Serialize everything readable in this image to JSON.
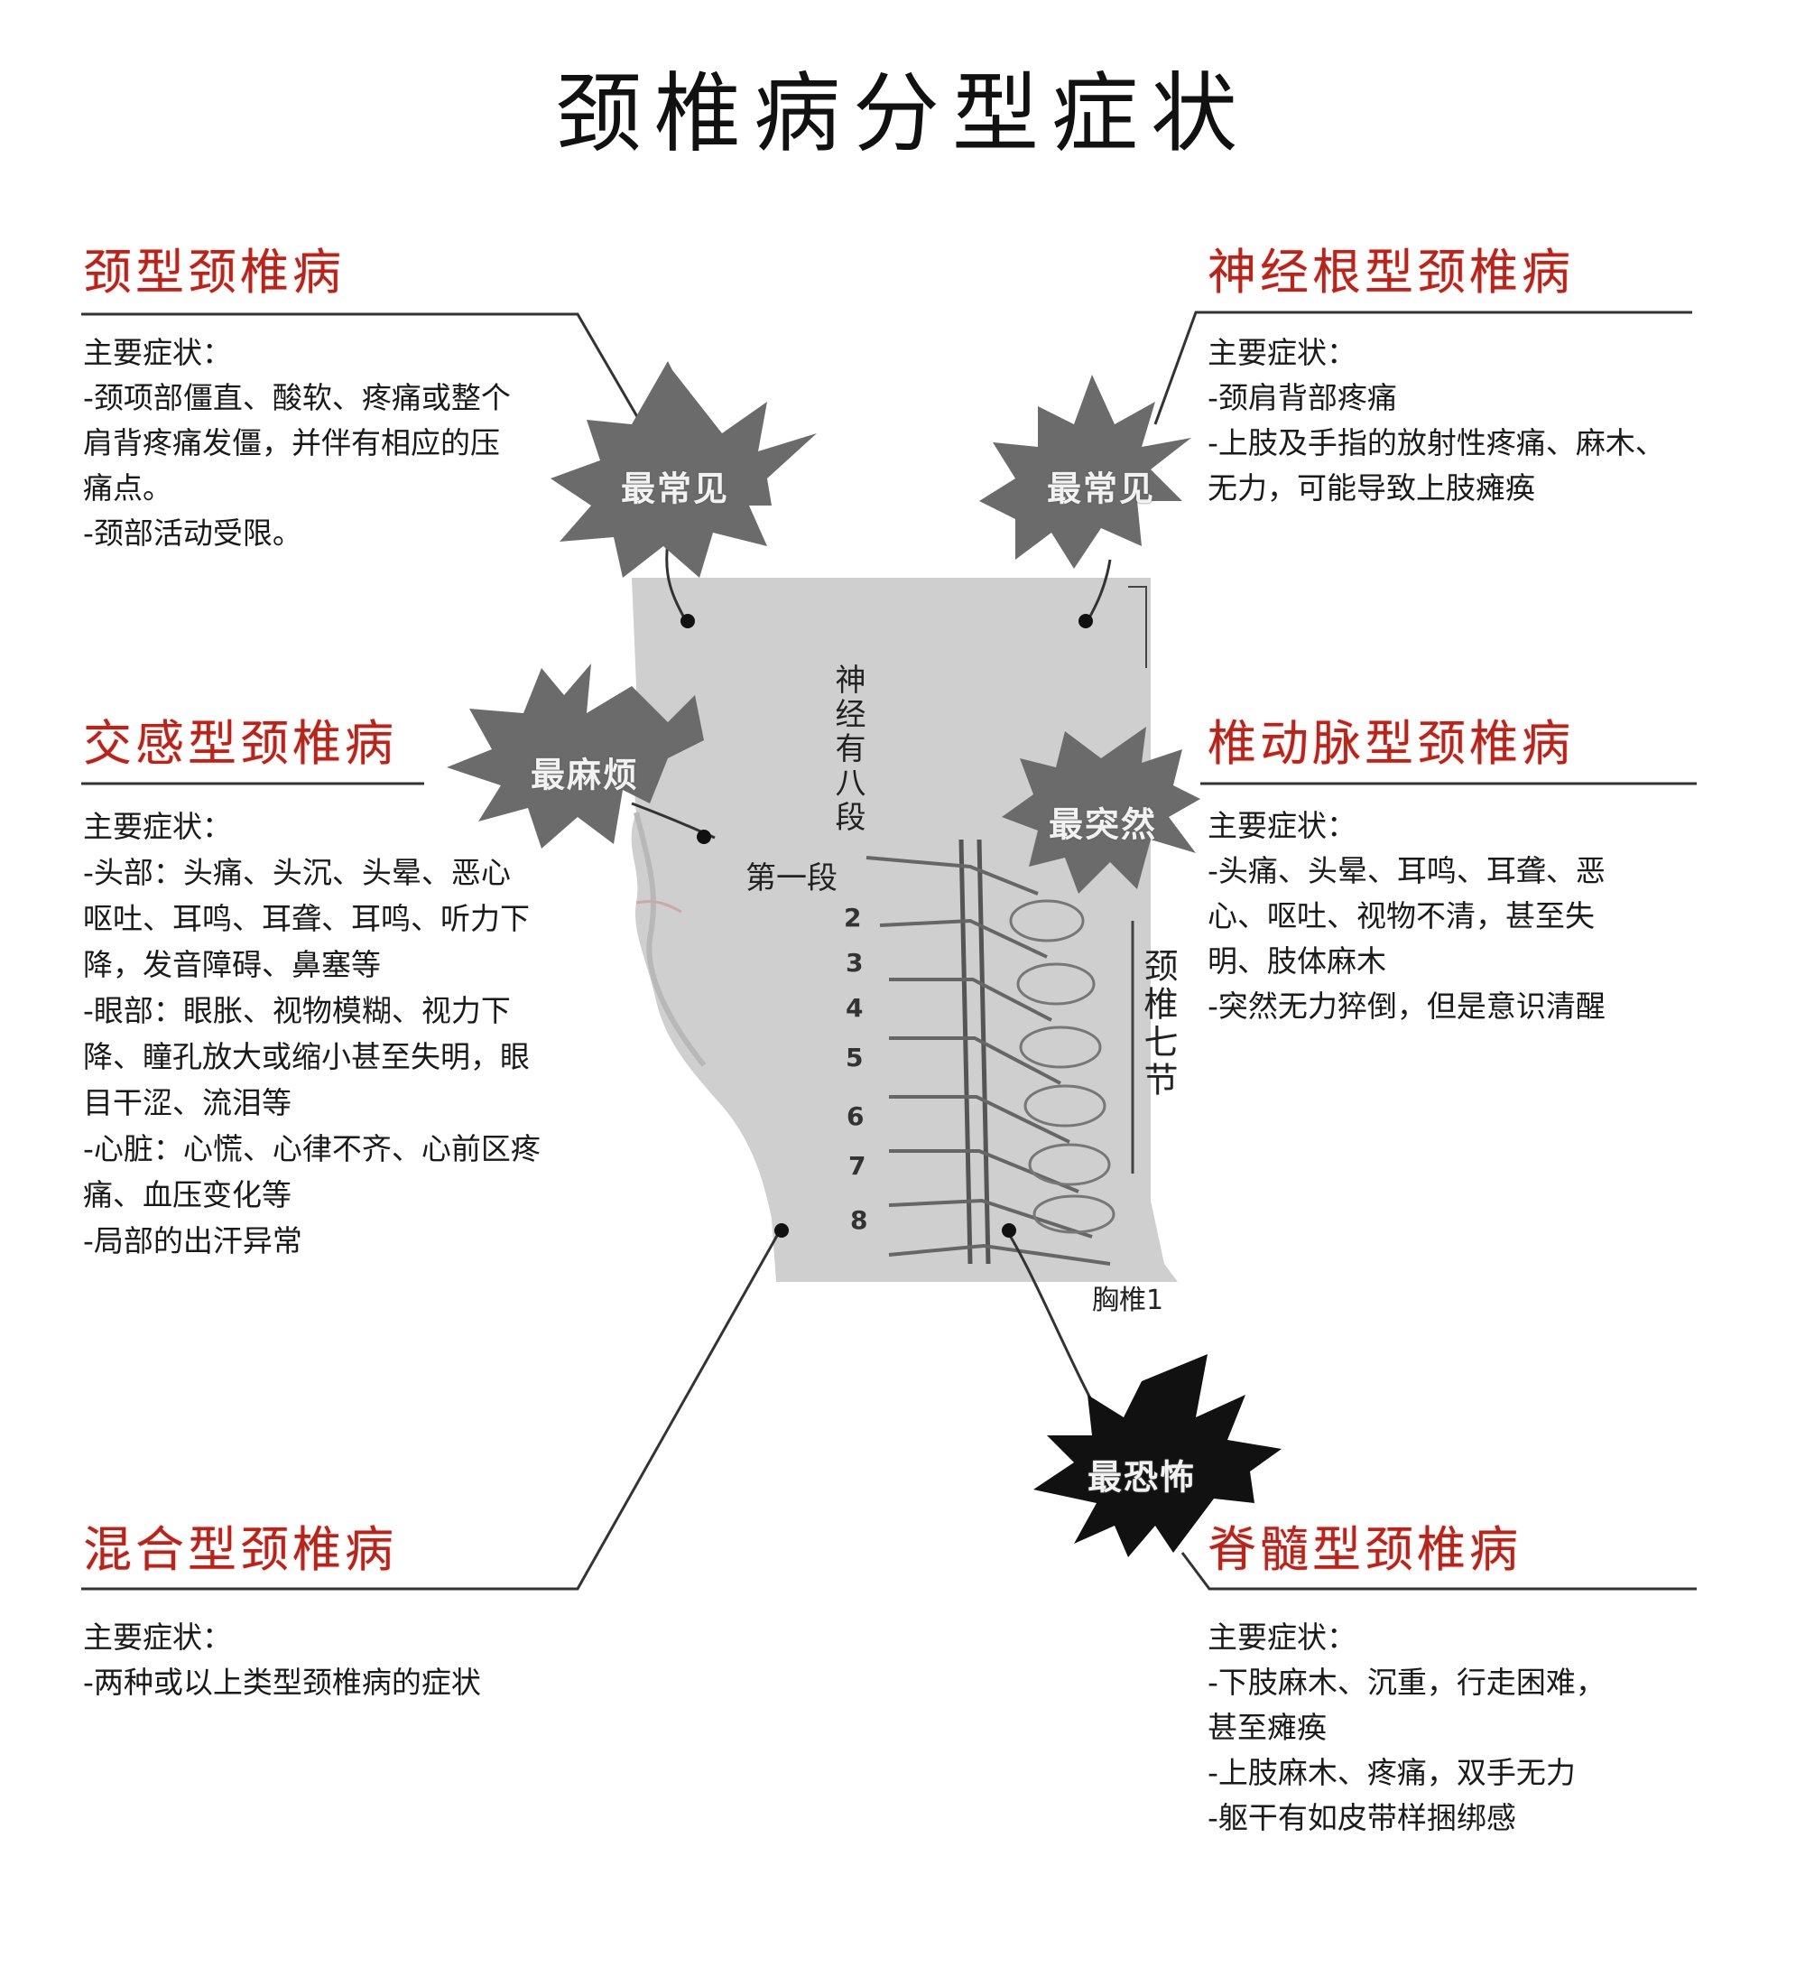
{
  "title": "颈椎病分型症状",
  "figure": {
    "nerve_label": "神经有八段",
    "first_segment_label": "第一段",
    "segment_numbers": [
      "2",
      "3",
      "4",
      "5",
      "6",
      "7",
      "8"
    ],
    "cervical_label": "颈椎七节",
    "thoracic_label": "胸椎1"
  },
  "bursts": [
    {
      "id": "most-common-left",
      "label": "最常见",
      "color": "#6b6b6b"
    },
    {
      "id": "most-common-right",
      "label": "最常见",
      "color": "#6b6b6b"
    },
    {
      "id": "most-troublesome",
      "label": "最麻烦",
      "color": "#6b6b6b"
    },
    {
      "id": "most-sudden",
      "label": "最突然",
      "color": "#6b6b6b"
    },
    {
      "id": "most-terrifying",
      "label": "最恐怖",
      "color": "#111111"
    }
  ],
  "panels": {
    "neck_type": {
      "title": "颈型颈椎病",
      "heading": "主要症状：",
      "lines": [
        "-颈项部僵直、酸软、疼痛或整个",
        "肩背疼痛发僵，并伴有相应的压",
        "痛点。",
        "-颈部活动受限。"
      ]
    },
    "nerve_root_type": {
      "title": "神经根型颈椎病",
      "heading": "主要症状：",
      "lines": [
        "-颈肩背部疼痛",
        "-上肢及手指的放射性疼痛、麻木、",
        "无力，可能导致上肢瘫痪"
      ]
    },
    "sympathetic_type": {
      "title": "交感型颈椎病",
      "heading": "主要症状：",
      "lines": [
        "-头部：头痛、头沉、头晕、恶心",
        "呕吐、耳鸣、耳聋、耳鸣、听力下",
        "降，发音障碍、鼻塞等",
        "-眼部：眼胀、视物模糊、视力下",
        "降、瞳孔放大或缩小甚至失明，眼",
        "目干涩、流泪等",
        "-心脏：心慌、心律不齐、心前区疼",
        "痛、血压变化等",
        "-局部的出汗异常"
      ]
    },
    "vertebral_artery_type": {
      "title": "椎动脉型颈椎病",
      "heading": "主要症状：",
      "lines": [
        "-头痛、头晕、耳鸣、耳聋、恶",
        "心、呕吐、视物不清，甚至失",
        "明、肢体麻木",
        "-突然无力猝倒，但是意识清醒"
      ]
    },
    "mixed_type": {
      "title": "混合型颈椎病",
      "heading": "主要症状：",
      "lines": [
        "-两种或以上类型颈椎病的症状"
      ]
    },
    "spinal_cord_type": {
      "title": "脊髓型颈椎病",
      "heading": "主要症状：",
      "lines": [
        "-下肢麻木、沉重，行走困难，",
        "甚至瘫痪",
        "-上肢麻木、疼痛，双手无力",
        "-躯干有如皮带样捆绑感"
      ]
    }
  },
  "colors": {
    "panel_title": "#b3261e",
    "figure_bg": "#cfcfcf",
    "burst_gray": "#6b6b6b",
    "burst_black": "#111111"
  }
}
